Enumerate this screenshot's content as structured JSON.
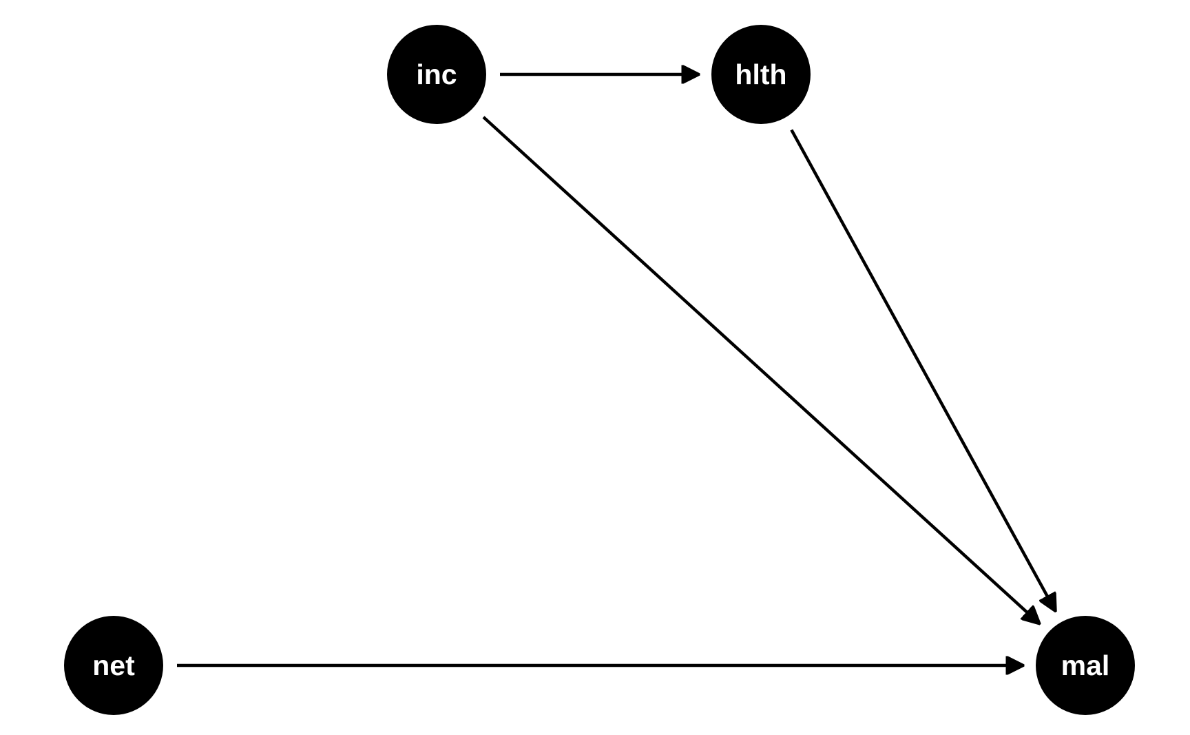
{
  "nodes": [
    {
      "id": "inc",
      "label": "inc"
    },
    {
      "id": "hlth",
      "label": "hlth"
    },
    {
      "id": "net",
      "label": "net"
    },
    {
      "id": "mal",
      "label": "mal"
    }
  ],
  "edges": [
    {
      "from": "inc",
      "to": "hlth"
    },
    {
      "from": "inc",
      "to": "mal"
    },
    {
      "from": "hlth",
      "to": "mal"
    },
    {
      "from": "net",
      "to": "mal"
    }
  ],
  "colors": {
    "node_fill": "#000000",
    "node_text": "#ffffff",
    "edge": "#000000",
    "background": "#ffffff"
  }
}
